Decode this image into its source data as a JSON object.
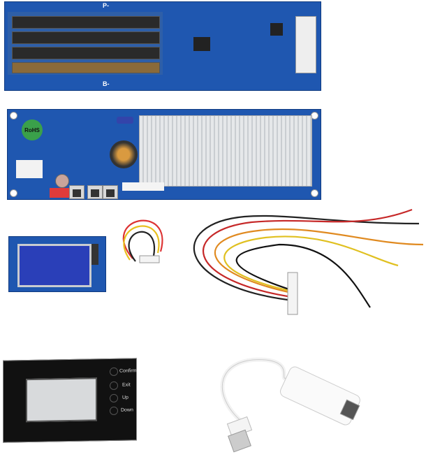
{
  "main_board": {
    "label_minus_b": "B-",
    "label_minus_p": "P-"
  },
  "control_board": {
    "rohs_badge": "RoHS"
  },
  "lcd_panel": {
    "buttons": [
      {
        "label": "Confirm"
      },
      {
        "label": "Exit"
      },
      {
        "label": "Up"
      },
      {
        "label": "Down"
      }
    ]
  },
  "colors": {
    "pcb": "#1f57b0",
    "lcd": "#2a3fb8",
    "panel": "#111111",
    "heatsink": "#dcdfe2"
  }
}
